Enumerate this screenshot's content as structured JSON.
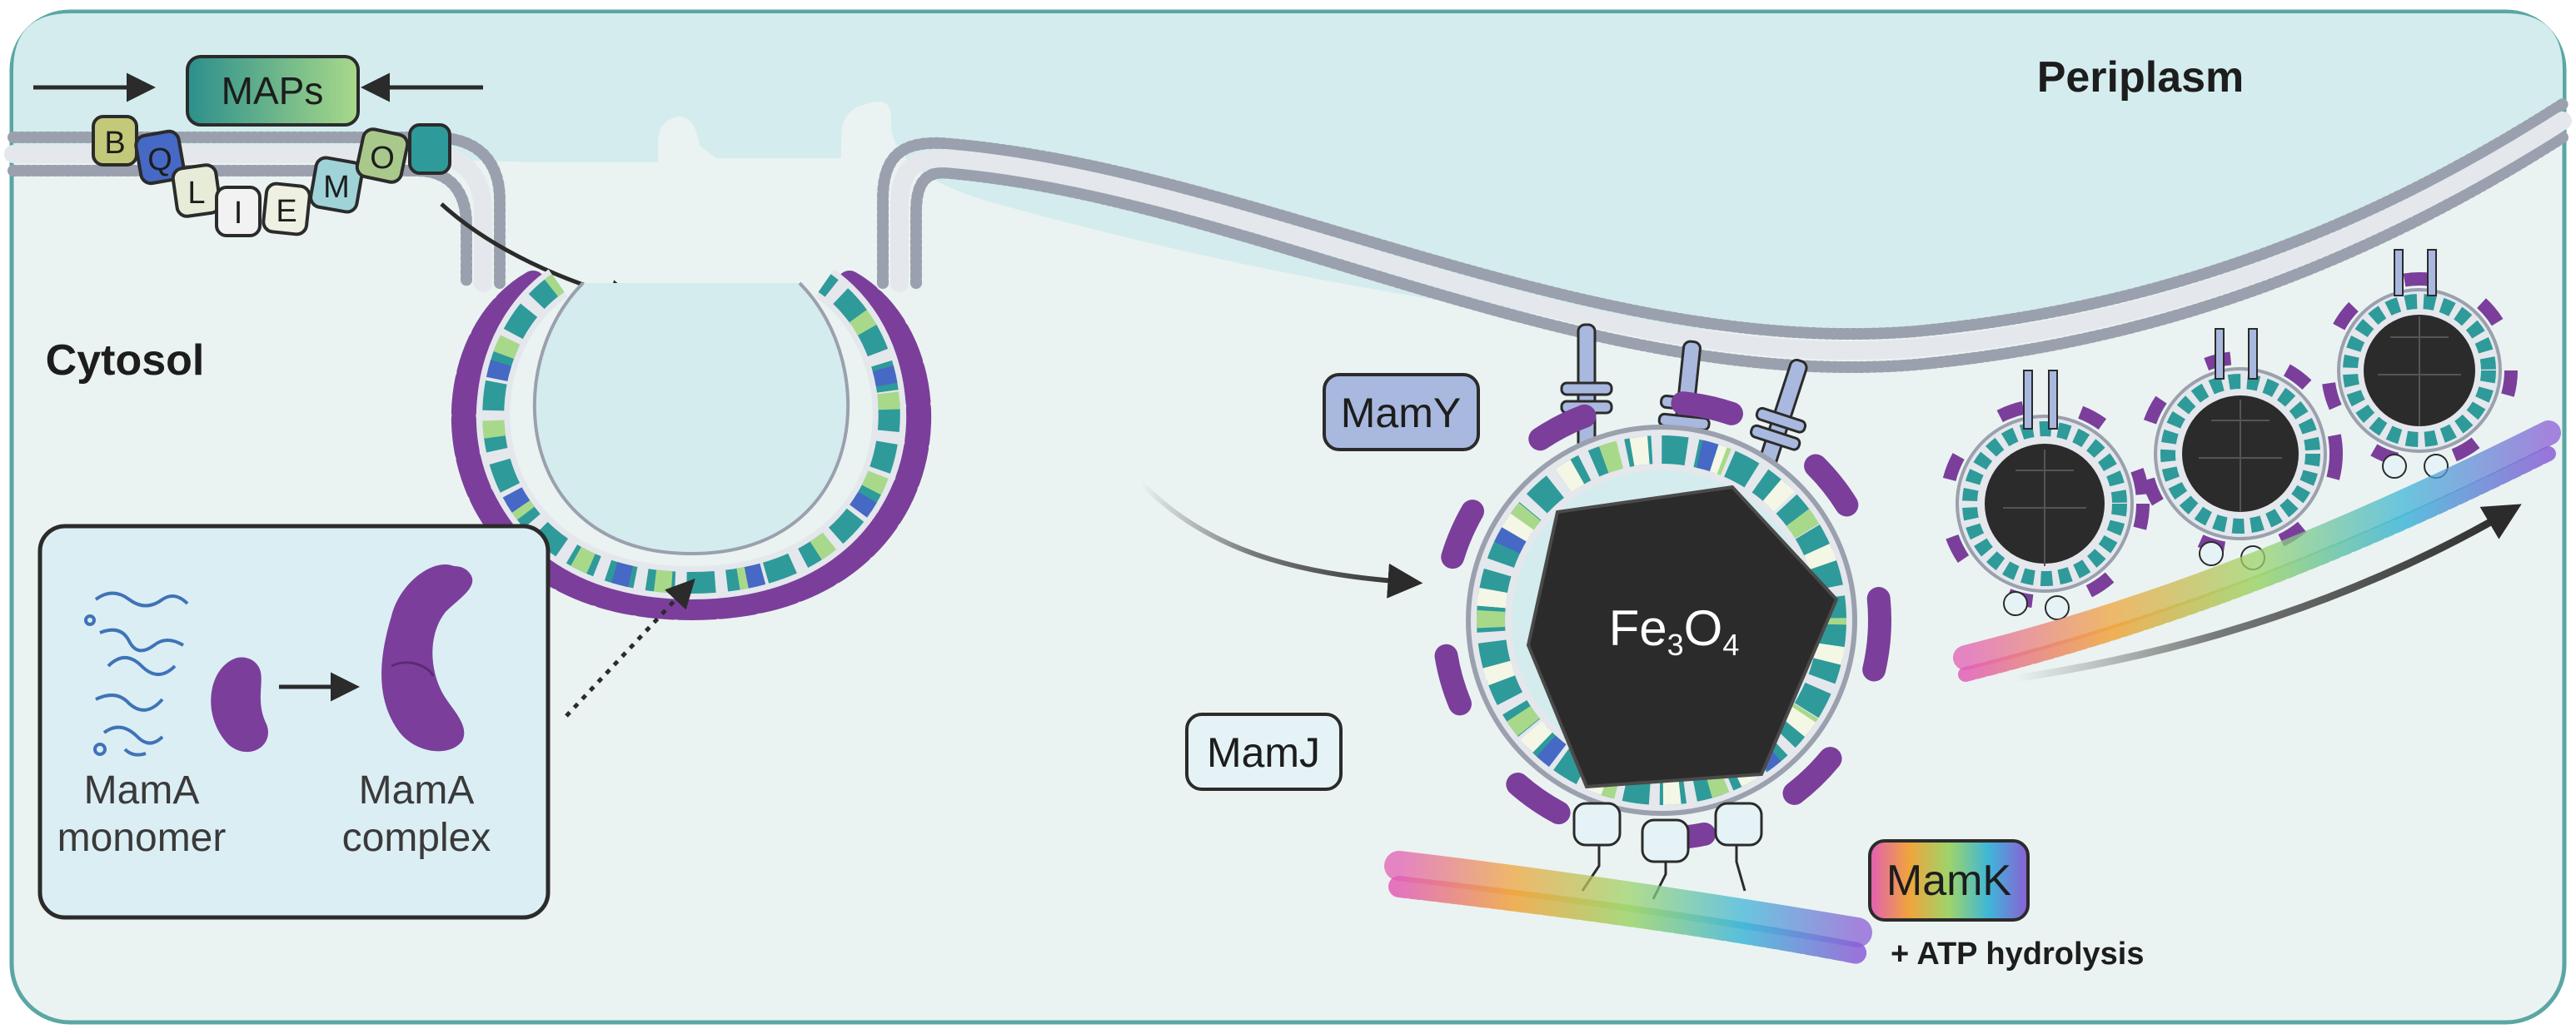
{
  "regions": {
    "periplasm": "Periplasm",
    "cytosol": "Cytosol"
  },
  "maps": {
    "label": "MAPs",
    "letters": [
      "B",
      "Q",
      "L",
      "I",
      "E",
      "M",
      "O",
      ""
    ]
  },
  "proteins": {
    "mamy": "MamY",
    "mamj": "MamJ",
    "mamk": "MamK",
    "atp": "+ ATP hydrolysis"
  },
  "crystal": {
    "base": "Fe",
    "sub1": "3",
    "mid": "O",
    "sub2": "4"
  },
  "inset": {
    "monomer_label": [
      "MamA",
      "monomer"
    ],
    "complex_label": [
      "MamA",
      "complex"
    ]
  },
  "colors": {
    "background": "#eaf3f1",
    "periplasm": "#d4ecee",
    "border": "#5aa6a4",
    "membrane": "#9aa0ad",
    "mama": "#7b3f9b",
    "mamy": "#a9b8de",
    "mamj": "#e6f3f6",
    "magnetite": "#2b2b2b"
  }
}
